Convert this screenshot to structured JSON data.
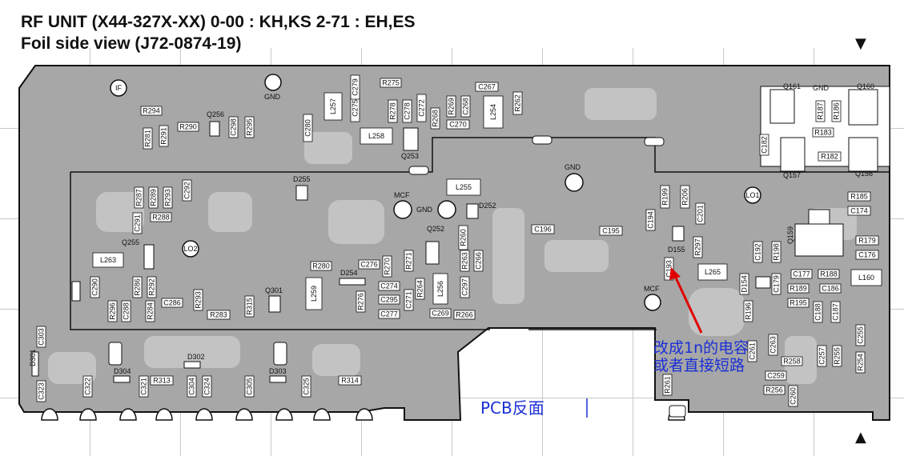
{
  "header": {
    "title_line1": "RF UNIT (X44-327X-XX)   0-00 : KH,KS   2-71 : EH,ES",
    "title_line2": "Foil side view (J72-0874-19)"
  },
  "annotation": {
    "line1": "改成1n的电容",
    "line2": "或者直接短路",
    "color": "#1b2fd6",
    "arrow_color": "#e00000"
  },
  "pcb_label": "PCB反面",
  "colors": {
    "board": "#a7a7a7",
    "trace": "#c6c6c6",
    "component_box": "#ffffff",
    "outline": "#111111"
  },
  "boxed_labels": [
    "R294",
    "R291",
    "R290",
    "R281",
    "C298",
    "R295",
    "C280",
    "L257",
    "C275",
    "C279",
    "R275",
    "R278",
    "C278",
    "C272",
    "R268",
    "R269",
    "C268",
    "C270",
    "C267",
    "L254",
    "R262",
    "L258",
    "R287",
    "R289",
    "R293",
    "C292",
    "C291",
    "R288",
    "L263",
    "R286",
    "R292",
    "C290",
    "R296",
    "C288",
    "R284",
    "R283",
    "C286",
    "R293",
    "R315",
    "R280",
    "L259",
    "C276",
    "R276",
    "C274",
    "C295",
    "C277",
    "C271",
    "R270",
    "R271",
    "R264",
    "L256",
    "C297",
    "C269",
    "R266",
    "R263",
    "C266",
    "R260",
    "L255",
    "C196",
    "C195",
    "C194",
    "R199",
    "R206",
    "C201",
    "C193",
    "R297",
    "L265",
    "C192",
    "R198",
    "D154",
    "C179",
    "C177",
    "R188",
    "R189",
    "C186",
    "R195",
    "C188",
    "C187",
    "R196",
    "L160",
    "R179",
    "C176",
    "C174",
    "R185",
    "R187",
    "R186",
    "R183",
    "C182",
    "R182",
    "C303",
    "C323",
    "C322",
    "C321",
    "R313",
    "C304",
    "C324",
    "C305",
    "C325",
    "R314",
    "C263",
    "C261",
    "R258",
    "C259",
    "R256",
    "C257",
    "R255",
    "R254",
    "C255",
    "C260",
    "R261"
  ],
  "free_labels": [
    "Q256",
    "D255",
    "Q253",
    "MCF",
    "GND",
    "D252",
    "Q252",
    "Q255",
    "D254",
    "Q301",
    "D302",
    "D304",
    "D303",
    "D155",
    "MCF",
    "Q161",
    "Q160",
    "Q157",
    "Q156",
    "Q159",
    "D301",
    "GND",
    "GND",
    "GND"
  ],
  "pad_labels": [
    "IF",
    "LO2",
    "LO1"
  ]
}
